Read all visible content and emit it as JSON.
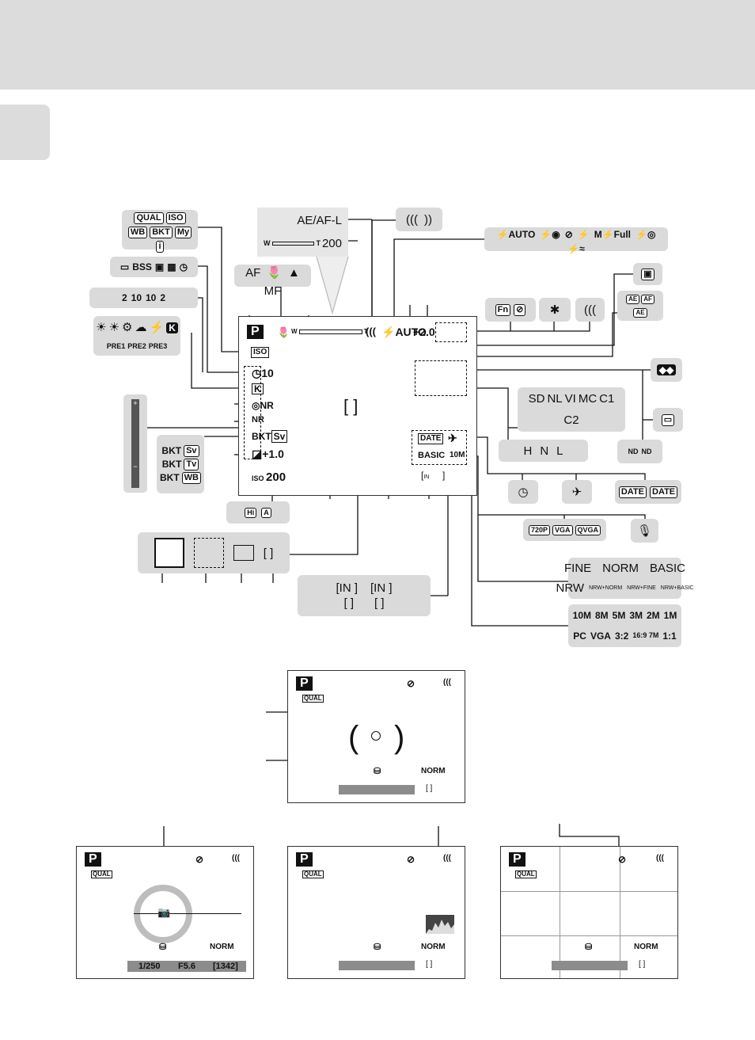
{
  "main_monitor": {
    "mode": "P",
    "iso_icon": "ISO",
    "self_timer": "10",
    "zoom_wide": "W",
    "zoom_tele": "T",
    "flash_mode": "AUTO",
    "exposure_comp_top": "+2.0",
    "nr_label": "NR",
    "bkt_label": "BKT",
    "sv_label": "Sv",
    "exp_comp": "+1.0",
    "iso_value": "200",
    "date_label": "DATE",
    "basic_label": "BASIC",
    "size_label": "10M",
    "memory_label": "IN",
    "focus_bracket": "[ ]"
  },
  "callouts": {
    "ae_af_lock": "AE/AF-L",
    "zoom_value": "200",
    "zoom_wide": "W",
    "zoom_tele": "T",
    "focus_modes": [
      "AF",
      "🌷",
      "▲",
      "MF"
    ],
    "menu_top": [
      "QUAL",
      "ISO",
      "WB"
    ],
    "menu_bottom": [
      "BKT",
      "My",
      "i"
    ],
    "drive_modes": [
      "▭",
      "BSS",
      "▣",
      "▦",
      "◷"
    ],
    "timer_modes": [
      "2",
      "10",
      "10",
      "2"
    ],
    "wb_modes": [
      "☀",
      "☀",
      "⚙",
      "☁",
      "⚡"
    ],
    "wb_modes_row2": [
      "K",
      "PRE1",
      "PRE2",
      "PRE3"
    ],
    "bkt_modes": [
      [
        "BKT",
        "Sv"
      ],
      [
        "BKT",
        "Tv"
      ],
      [
        "BKT",
        "WB"
      ]
    ],
    "iso_modes": [
      "Hi",
      "A"
    ],
    "vr_icons": [
      "(((",
      "))"
    ],
    "flash_modes": [
      "⚡AUTO",
      "⚡◉",
      "⊘",
      "⚡",
      "M⚡Full",
      "⚡◎",
      "⚡≈"
    ],
    "af_area_single": "▣",
    "fn_icons": [
      "Fn",
      "⊘"
    ],
    "afae_icons": [
      "AE",
      "AF",
      "AE"
    ],
    "color_modes_row1": [
      "SD",
      "NL",
      "VI"
    ],
    "color_modes_row2": [
      "MC",
      "C1",
      "C2"
    ],
    "quality_adjust": [
      "H",
      "N",
      "L"
    ],
    "nd_icons": [
      "ND",
      "ND"
    ],
    "dlighting_icon": "◆◆",
    "wide_icon": "▭",
    "timer_icon": "◷",
    "airplane_icon": "✈",
    "date_modes": [
      "DATE",
      "DATE"
    ],
    "movie_sizes": [
      "720P",
      "VGA",
      "QVGA"
    ],
    "mic_icon": "🎙",
    "image_quality_row1": [
      "FINE",
      "NORM",
      "BASIC"
    ],
    "image_quality_row2": [
      "NRW",
      "NRW+NORM",
      "NRW+FINE",
      "NRW+BASIC"
    ],
    "image_size_row1": [
      "10M",
      "8M",
      "5M",
      "3M",
      "2M",
      "1M"
    ],
    "image_size_row2": [
      "PC",
      "VGA",
      "3:2",
      "16:9 7M",
      "1:1"
    ],
    "memory_icons_row1": [
      "[IN ]",
      "[IN ]"
    ],
    "memory_icons_row2": [
      "[ ]",
      "[ ]"
    ]
  },
  "mini_screens": {
    "mode": "P",
    "qual": "QUAL",
    "norm": "NORM",
    "shutter": "1/250",
    "aperture": "F5.6",
    "remaining": "[1342]"
  }
}
